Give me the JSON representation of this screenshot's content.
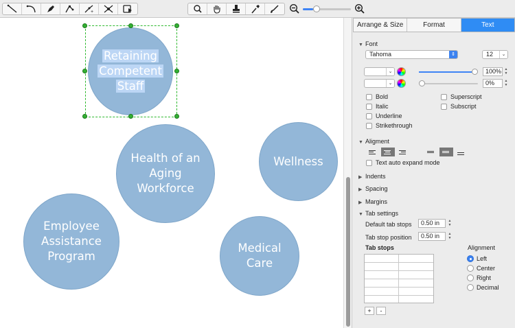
{
  "toolbar": {
    "draw_tools": [
      "line-tool-icon",
      "arc-tool-icon",
      "pen-tool-icon",
      "bezier-tool-icon",
      "connector-tool-icon",
      "smart-connector-icon",
      "insert-shape-icon"
    ],
    "view_tools": [
      "search-icon",
      "hand-icon",
      "stamp-icon",
      "eyedropper-icon",
      "brush-icon"
    ],
    "zoom": {
      "fraction": 0.25
    }
  },
  "canvas": {
    "circles": [
      {
        "id": "retaining",
        "lines": [
          "Retaining",
          "Competent",
          "Staff"
        ],
        "selected": true
      },
      {
        "id": "health",
        "lines": [
          "Health of an",
          "Aging",
          "Workforce"
        ]
      },
      {
        "id": "wellness",
        "lines": [
          "Wellness"
        ]
      },
      {
        "id": "employee",
        "lines": [
          "Employee",
          "Assistance",
          "Program"
        ]
      },
      {
        "id": "medical",
        "lines": [
          "Medical",
          "Care"
        ]
      }
    ]
  },
  "panel": {
    "tabs": [
      {
        "label": "Arrange & Size",
        "active": false
      },
      {
        "label": "Format",
        "active": false
      },
      {
        "label": "Text",
        "active": true
      }
    ],
    "font": {
      "section": "Font",
      "family": "Tahoma",
      "size": "12",
      "opacity1": "100%",
      "opacity1_fraction": 1.0,
      "opacity2": "0%",
      "opacity2_fraction": 0.0,
      "styles_left": [
        "Bold",
        "Italic",
        "Underline",
        "Strikethrough"
      ],
      "styles_right": [
        "Superscript",
        "Subscript"
      ]
    },
    "alignment": {
      "section": "Aligment",
      "auto_expand": "Text auto expand mode"
    },
    "collapsed_sections": [
      "Indents",
      "Spacing",
      "Margins"
    ],
    "tab_settings": {
      "section": "Tab settings",
      "default_label": "Default tab stops",
      "default_value": "0.50 in",
      "position_label": "Tab stop position",
      "position_value": "0.50 in",
      "stops_label": "Tab stops",
      "alignment_label": "Alignment",
      "alignment_options": [
        {
          "label": "Left",
          "selected": true
        },
        {
          "label": "Center",
          "selected": false
        },
        {
          "label": "Right",
          "selected": false
        },
        {
          "label": "Decimal",
          "selected": false
        }
      ],
      "add_label": "+",
      "remove_label": "-"
    }
  },
  "colors": {
    "accent": "#2f8cf4",
    "circle_fill": "#93b7d8",
    "selection": "#2db82d"
  }
}
